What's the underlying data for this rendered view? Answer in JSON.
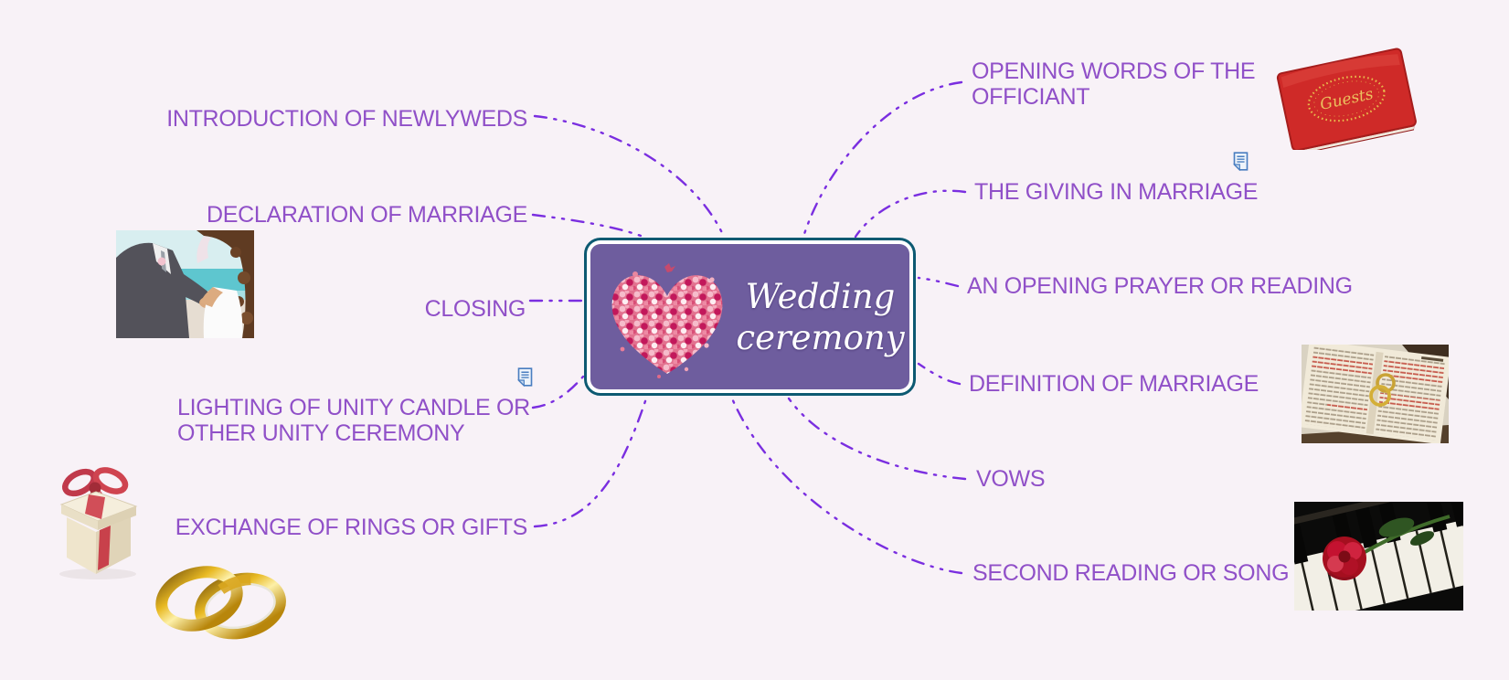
{
  "colors": {
    "background": "#f8f2f7",
    "topic_text": "#9050c8",
    "connector_line": "#7a2ee0",
    "central_fill": "#6e5d9e",
    "central_border": "#0d5a72",
    "central_text": "#ffffff",
    "note_icon_blue": "#4a7ec0",
    "guest_book_red": "#cf2a28",
    "gold": "#d9a61f"
  },
  "central_topic": {
    "line1": "Wedding",
    "line2": "ceremony"
  },
  "branches": {
    "left": [
      {
        "label": "INTRODUCTION OF NEWLYWEDS",
        "note": false
      },
      {
        "label": "DECLARATION OF MARRIAGE",
        "note": false
      },
      {
        "label": "CLOSING",
        "note": false
      },
      {
        "label": "LIGHTING OF UNITY CANDLE OR\nOTHER UNITY CEREMONY",
        "note": true
      },
      {
        "label": "EXCHANGE OF RINGS OR GIFTS",
        "note": false
      }
    ],
    "right": [
      {
        "label": "OPENING WORDS OF THE\nOFFICIANT",
        "note": false
      },
      {
        "label": "THE GIVING IN MARRIAGE",
        "note": true
      },
      {
        "label": "AN OPENING PRAYER OR READING",
        "note": false
      },
      {
        "label": "DEFINITION OF MARRIAGE",
        "note": false
      },
      {
        "label": "VOWS",
        "note": false
      },
      {
        "label": "SECOND READING OR SONG",
        "note": false
      }
    ]
  },
  "images": {
    "guest_book_label": "Guests",
    "items": [
      "wedding-couple-photo",
      "gift-box-image",
      "gold-rings-image",
      "guest-book-image",
      "bible-with-rings-image",
      "rose-on-piano-image",
      "flower-heart-image"
    ]
  },
  "icons": {
    "note": "note-icon"
  }
}
